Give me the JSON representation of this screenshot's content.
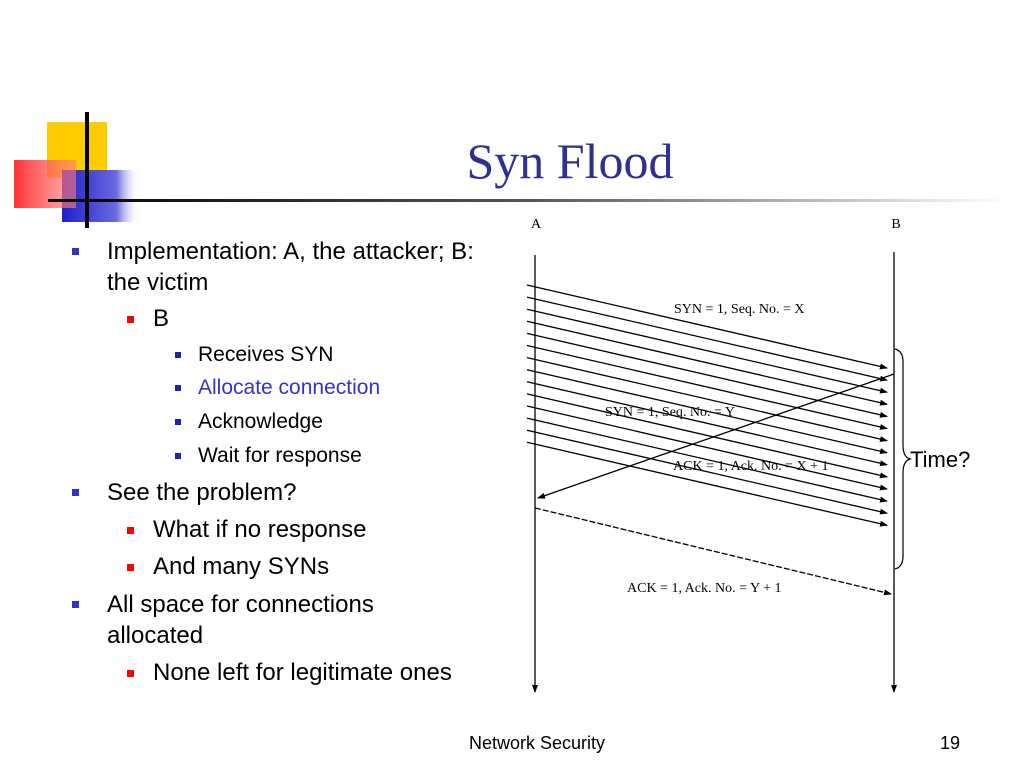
{
  "slide": {
    "title": "Syn Flood",
    "footer": "Network Security",
    "page_number": "19",
    "colors": {
      "title": "#2e3192",
      "level1_bullet": "#3333cc",
      "level2_bullet": "#ff0000",
      "highlight_text": "#3333cc"
    }
  },
  "bullets": [
    {
      "level": 1,
      "text": "Implementation: A, the attacker; B: the victim"
    },
    {
      "level": 2,
      "text": "B"
    },
    {
      "level": 3,
      "text": "Receives SYN"
    },
    {
      "level": 3,
      "text": "Allocate connection",
      "highlight": true
    },
    {
      "level": 3,
      "text": "Acknowledge"
    },
    {
      "level": 3,
      "text": "Wait for response"
    },
    {
      "level": 1,
      "text": "See the problem?"
    },
    {
      "level": 2,
      "text": "What if no response"
    },
    {
      "level": 2,
      "text": "And many SYNs"
    },
    {
      "level": 1,
      "text": "All space for connections allocated"
    },
    {
      "level": 2,
      "text": "None left for legitimate ones"
    }
  ],
  "diagram": {
    "host_a": "A",
    "host_b": "B",
    "msg_syn": "SYN = 1,  Seq. No. = X",
    "msg_synack": "SYN = 1,  Seq. No. = Y",
    "msg_ack_x": "ACK = 1,  Ack. No. = X + 1",
    "msg_ack_y": "ACK = 1,  Ack. No. = Y + 1",
    "brace_label": "Time?",
    "flood_syn_count": 14
  }
}
